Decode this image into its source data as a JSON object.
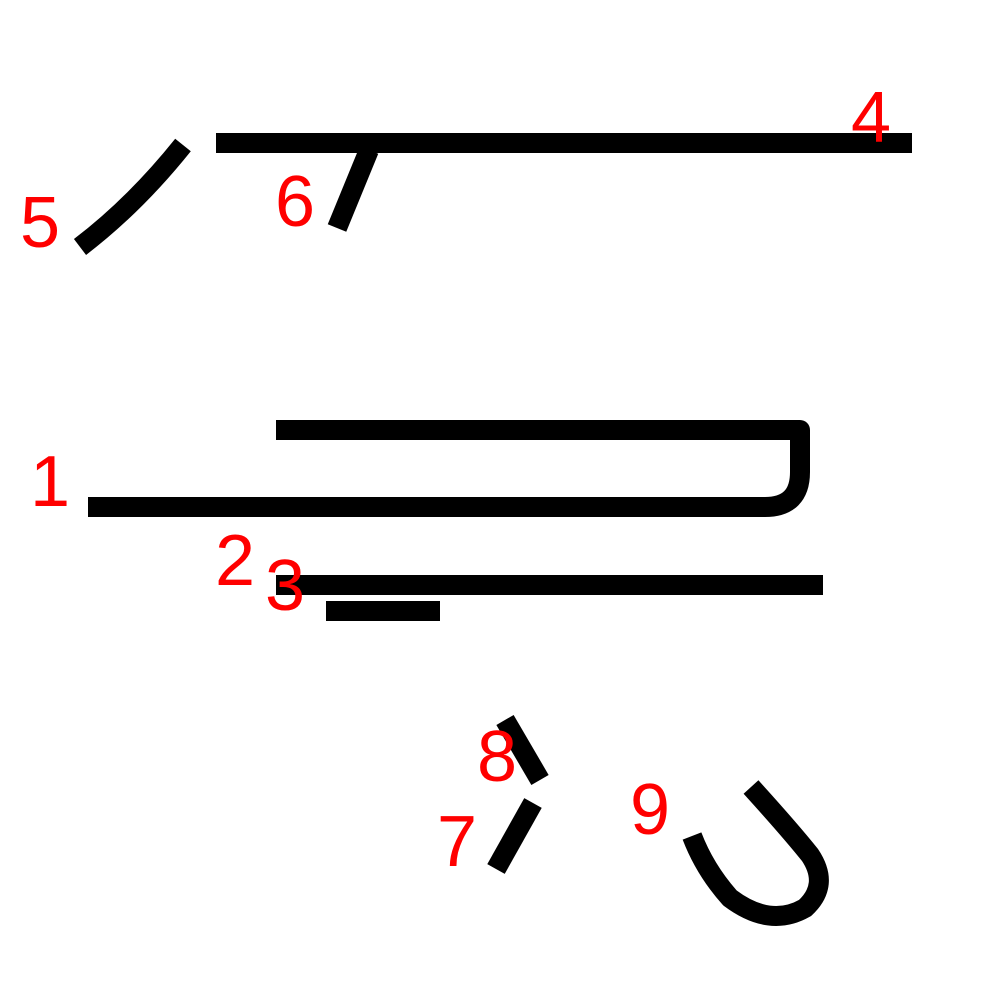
{
  "colors": {
    "stroke": "#000000",
    "label": "#ff0000",
    "background": "#ffffff"
  },
  "strokes": [
    {
      "label": "1"
    },
    {
      "label": "2"
    },
    {
      "label": "3"
    },
    {
      "label": "4"
    },
    {
      "label": "5"
    },
    {
      "label": "6"
    },
    {
      "label": "7"
    },
    {
      "label": "8"
    },
    {
      "label": "9"
    }
  ]
}
